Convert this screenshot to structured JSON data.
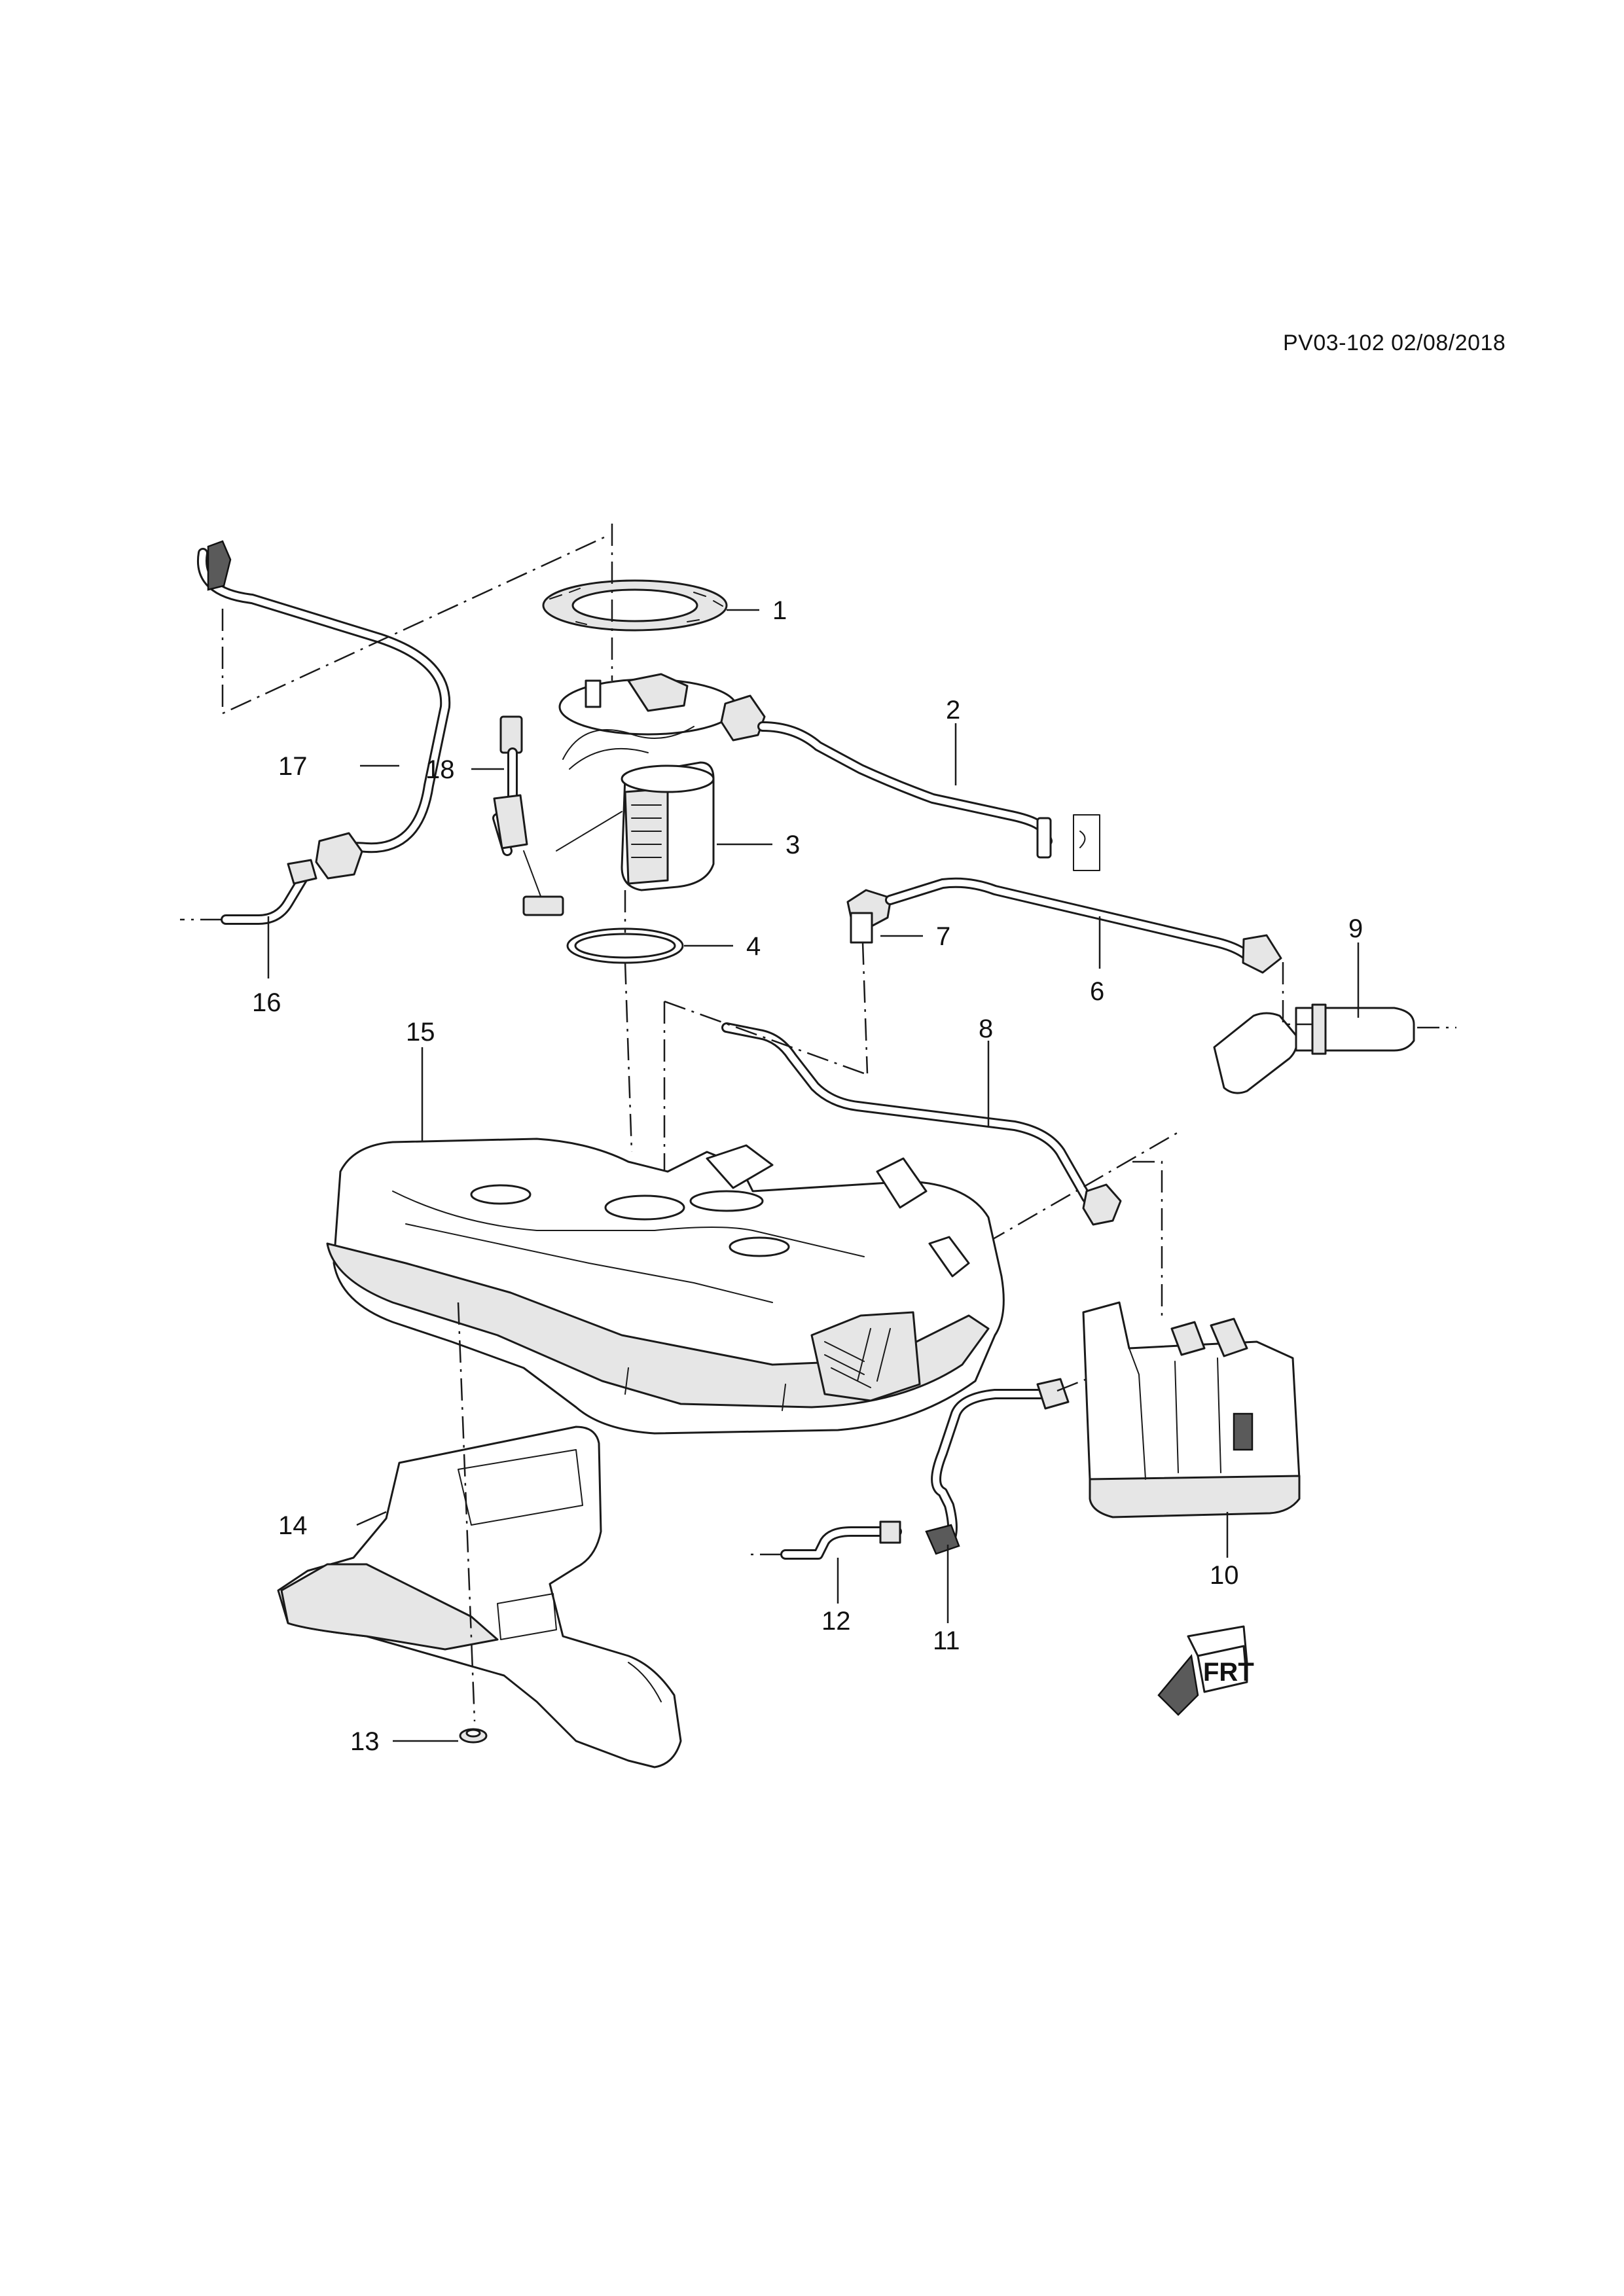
{
  "document_ref": "PV03-102 02/08/2018",
  "callouts": [
    {
      "id": "1",
      "part": "fuel-pump-retaining-ring"
    },
    {
      "id": "2",
      "part": "fuel-pump-wiring-harness"
    },
    {
      "id": "3",
      "part": "fuel-pump-module"
    },
    {
      "id": "4",
      "part": "fuel-pump-seal"
    },
    {
      "id": "6",
      "part": "vent-pipe"
    },
    {
      "id": "7",
      "part": "vent-valve"
    },
    {
      "id": "8",
      "part": "fuel-tank-vent-pipe"
    },
    {
      "id": "9",
      "part": "filler-neck-hose"
    },
    {
      "id": "10",
      "part": "evap-canister"
    },
    {
      "id": "11",
      "part": "canister-hose"
    },
    {
      "id": "12",
      "part": "purge-pipe"
    },
    {
      "id": "13",
      "part": "retaining-clip"
    },
    {
      "id": "14",
      "part": "heat-shield"
    },
    {
      "id": "15",
      "part": "fuel-tank"
    },
    {
      "id": "16",
      "part": "fuel-feed-pipe"
    },
    {
      "id": "17",
      "part": "fuel-feed-hose"
    },
    {
      "id": "18",
      "part": "fuel-level-sensor"
    }
  ],
  "front_indicator": {
    "label": "FRT",
    "icon": "front-arrow-icon"
  },
  "colors": {
    "line": "#1a1a1a",
    "fill": "#ffffff",
    "shade": "#e6e6e6"
  }
}
